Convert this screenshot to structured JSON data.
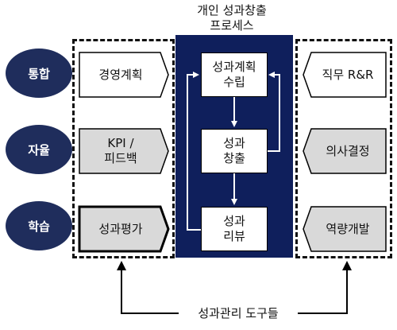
{
  "title": {
    "line1": "개인 성과창출",
    "line2": "프로세스"
  },
  "levels": [
    "통합",
    "자율",
    "학습"
  ],
  "left_items": [
    "경영계획",
    "KPI /\n피드백",
    "성과평가"
  ],
  "center_steps": [
    "성과계획\n수립",
    "성과\n창출",
    "성과\n리뷰"
  ],
  "right_items": [
    "직무 R&R",
    "의사결정",
    "역량개발"
  ],
  "bottom_label": "성과관리 도구들",
  "colors": {
    "navy": "#1f2d5c",
    "center_bg": "#0f1f5c",
    "gray_fill": "#d9d9d9"
  }
}
